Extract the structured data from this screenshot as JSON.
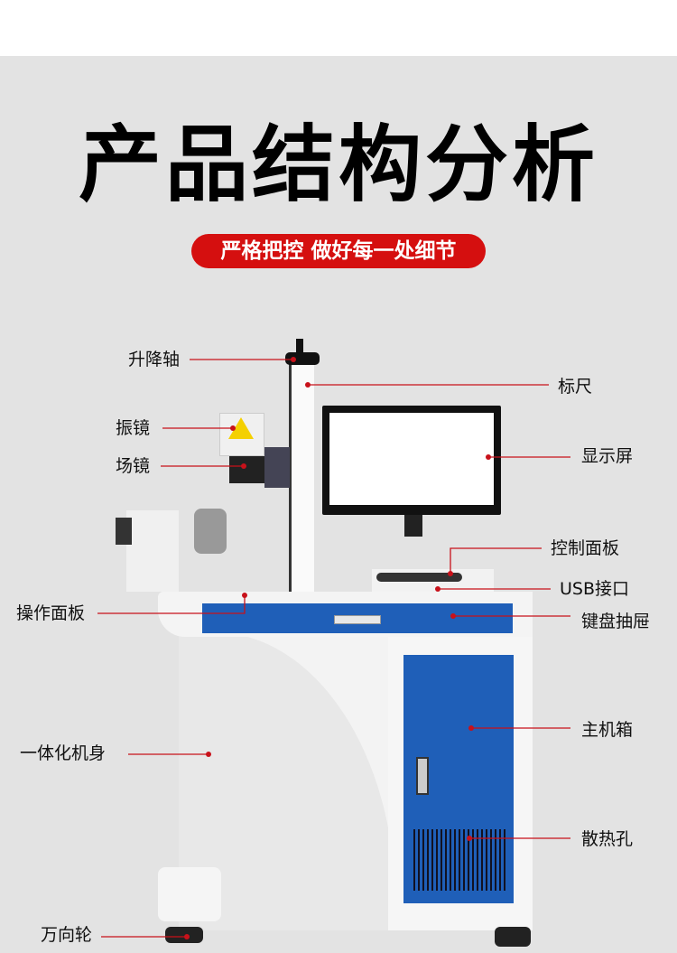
{
  "title": "产品结构分析",
  "subtitle": "严格把控 做好每一处细节",
  "colors": {
    "accent": "#d50f0f",
    "cabinet": "#1f5fb8",
    "background": "#e3e3e3"
  },
  "labels": {
    "lift_axis": "升降轴",
    "ruler": "标尺",
    "galvo": "振镜",
    "field_lens": "场镜",
    "display": "显示屏",
    "control_panel": "控制面板",
    "usb": "USB接口",
    "operation_panel": "操作面板",
    "keyboard_drawer": "键盘抽屉",
    "main_cabinet": "主机箱",
    "body": "一体化机身",
    "vents": "散热孔",
    "casters": "万向轮"
  }
}
